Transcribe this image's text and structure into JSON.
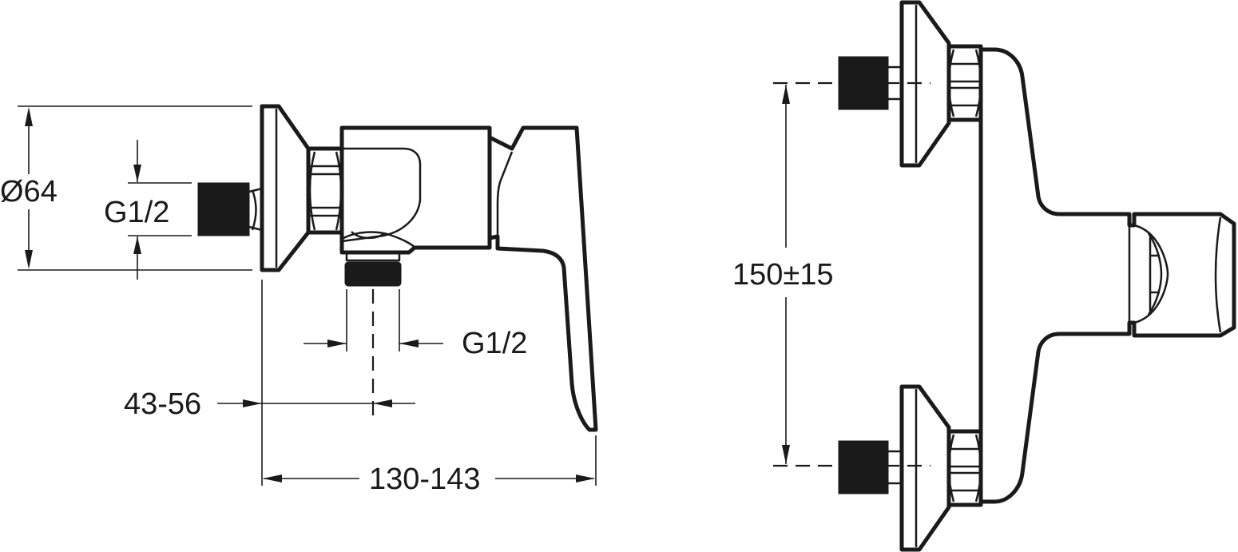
{
  "drawing": {
    "side_view": {
      "dim_diameter": "Ø64",
      "dim_inlet_thread": "G1/2",
      "dim_outlet_thread": "G1/2",
      "dim_projection_short": "43-56",
      "dim_projection_long": "130-143"
    },
    "front_view": {
      "dim_centers": "150±15"
    }
  }
}
